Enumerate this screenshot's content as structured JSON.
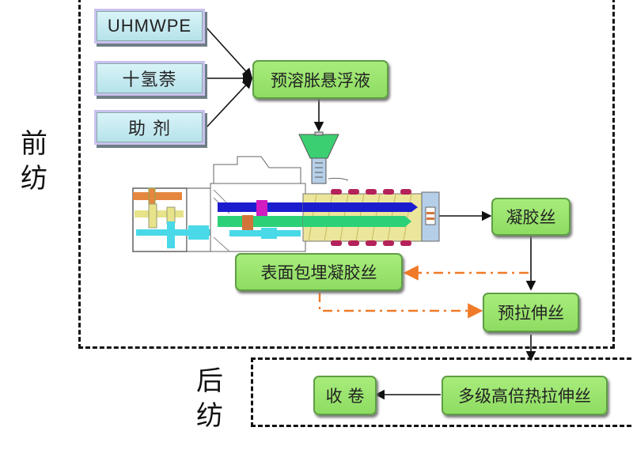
{
  "stages": {
    "pre_spinning": "前\n纺",
    "pre_spinning_chars": [
      "前",
      "纺"
    ],
    "post_spinning_chars": [
      "后",
      "纺"
    ]
  },
  "inputs": [
    {
      "label": "UHMWPE"
    },
    {
      "label": "十氢萘"
    },
    {
      "label": "助 剂"
    }
  ],
  "steps": {
    "suspension": "预溶胀悬浮液",
    "gel_fiber": "凝胶丝",
    "embedded_gel_fiber": "表面包埋凝胶丝",
    "pre_stretched": "预拉伸丝",
    "multi_stretch": "多级高倍热拉伸丝",
    "winding": "收 卷"
  },
  "equipment": {
    "name": "twin-screw-extruder"
  },
  "colors": {
    "input_box": "#c4ebf1",
    "step_box": "#98e26c",
    "dash_arrow": "#f07a28",
    "border": "#111111"
  }
}
